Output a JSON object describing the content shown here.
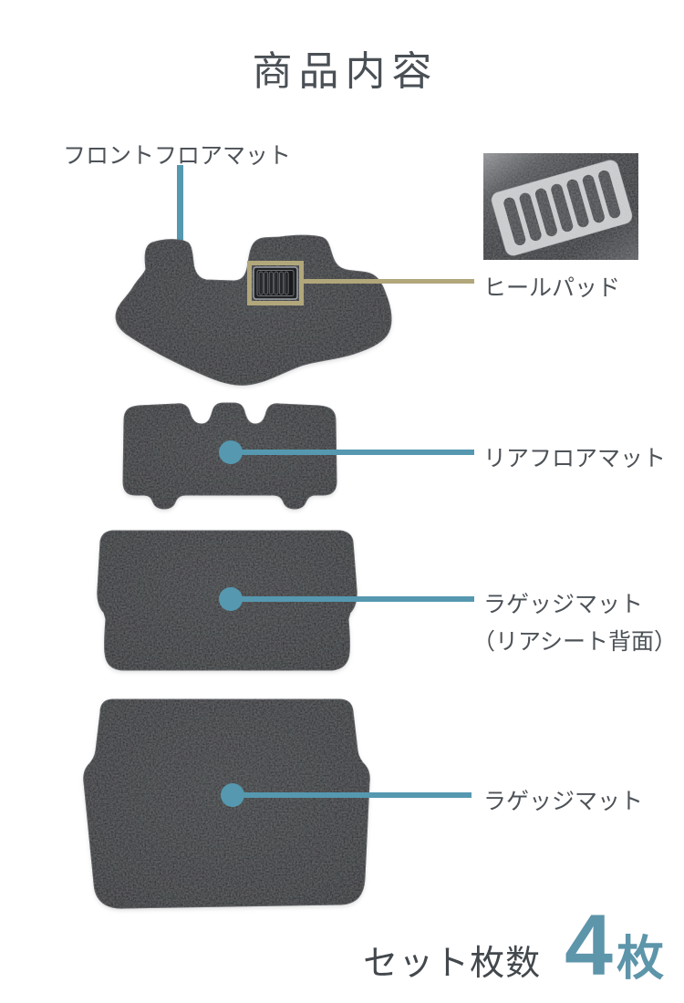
{
  "title": "商品内容",
  "colors": {
    "accent_teal": "#5598b0",
    "accent_tan": "#b1a77b",
    "text_dark": "#4d5257",
    "mat_black": "#1d1f22",
    "footer_teal": "#5d95aa"
  },
  "callouts": {
    "front_floor_mat": {
      "label": "フロントフロアマット"
    },
    "heel_pad": {
      "label": "ヒールパッド"
    },
    "rear_floor_mat": {
      "label": "リアフロアマット"
    },
    "luggage_mat_rear_seat": {
      "label": "ラゲッジマット",
      "label_note": "（リアシート背面）"
    },
    "luggage_mat": {
      "label": "ラゲッジマット"
    }
  },
  "footer": {
    "set_label": "セット枚数",
    "count": "4",
    "unit": "枚"
  }
}
